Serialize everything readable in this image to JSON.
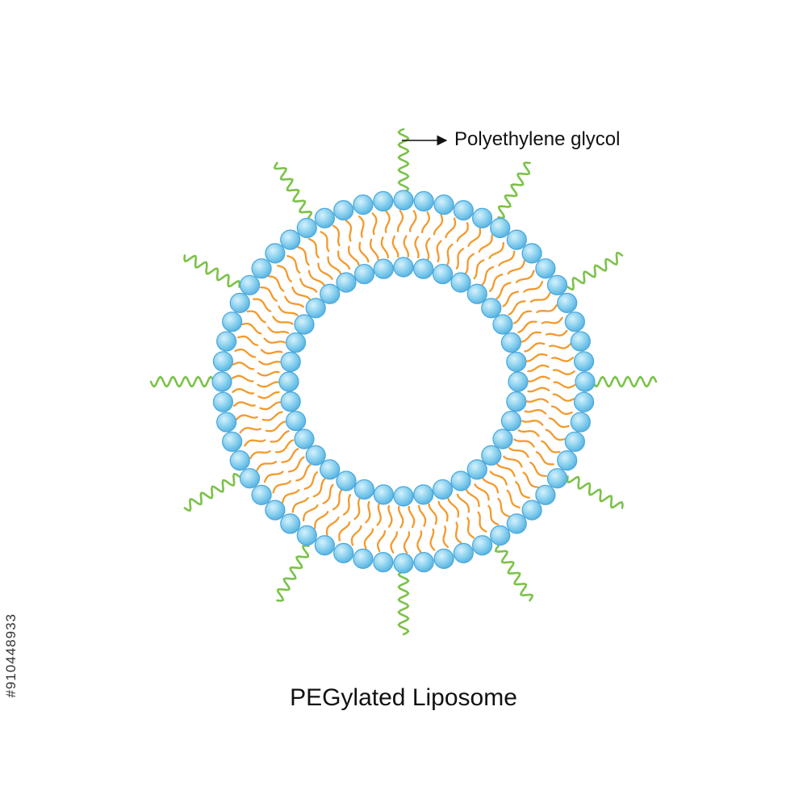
{
  "diagram": {
    "title": "PEGylated Liposome",
    "labels": {
      "peg": "Polyethylene glycol"
    },
    "components": [
      {
        "name": "outer-phospholipid-heads",
        "role": "outer leaflet head groups"
      },
      {
        "name": "lipid-tails",
        "role": "hydrophobic bilayer core"
      },
      {
        "name": "inner-phospholipid-heads",
        "role": "inner leaflet head groups"
      },
      {
        "name": "peg-chains",
        "role": "surface polymer chains",
        "count": 12
      }
    ],
    "colors": {
      "head_fill": "#8fd3f0",
      "head_stroke": "#4aa7dc",
      "head_highlight": "#d6f1fb",
      "tail": "#f39a2c",
      "peg": "#7cc24a",
      "text": "#111111",
      "background": "#ffffff"
    }
  },
  "watermark": {
    "stock_id": "#910448933"
  }
}
